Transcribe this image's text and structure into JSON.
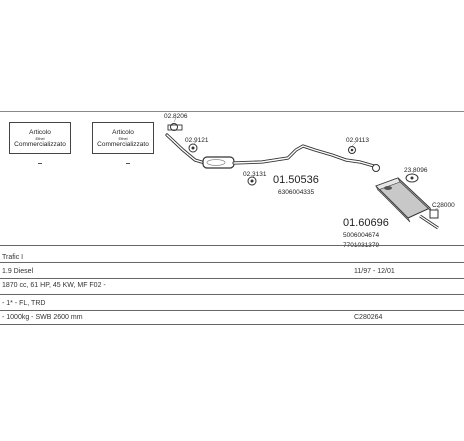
{
  "info_boxes": [
    {
      "line1": "Articolo",
      "line2": "Ethel",
      "line3": "Commercializzato"
    },
    {
      "line1": "Articolo",
      "line2": "Ethel",
      "line3": "Commercializzato"
    }
  ],
  "diagram": {
    "part_numbers": {
      "clamp_top_left": "02.8206",
      "clamp_top_left_2": "02.9121",
      "clamp_bottom_mid": "02.3131",
      "clamp_right_1": "02.9113",
      "clamp_right_2": "23.8096",
      "clamp_right_3": "C28000",
      "main_part_1": "01.50536",
      "main_part_1_ref": "6306004335",
      "main_part_2": "01.60696",
      "main_part_2_ref_1": "5006004674",
      "main_part_2_ref_2": "7701031379"
    }
  },
  "vehicle_rows": [
    {
      "left": "Trafic I",
      "right": ""
    },
    {
      "left": "1.9 Diesel",
      "right": "11/97 - 12/01"
    },
    {
      "left": "1870 cc, 61 HP, 45 KW, MF F02 -",
      "right": ""
    },
    {
      "left": "- 1* - FL, TRD",
      "right": ""
    },
    {
      "left": "- 1000kg - SWB 2600 mm",
      "right": "C280264"
    }
  ]
}
